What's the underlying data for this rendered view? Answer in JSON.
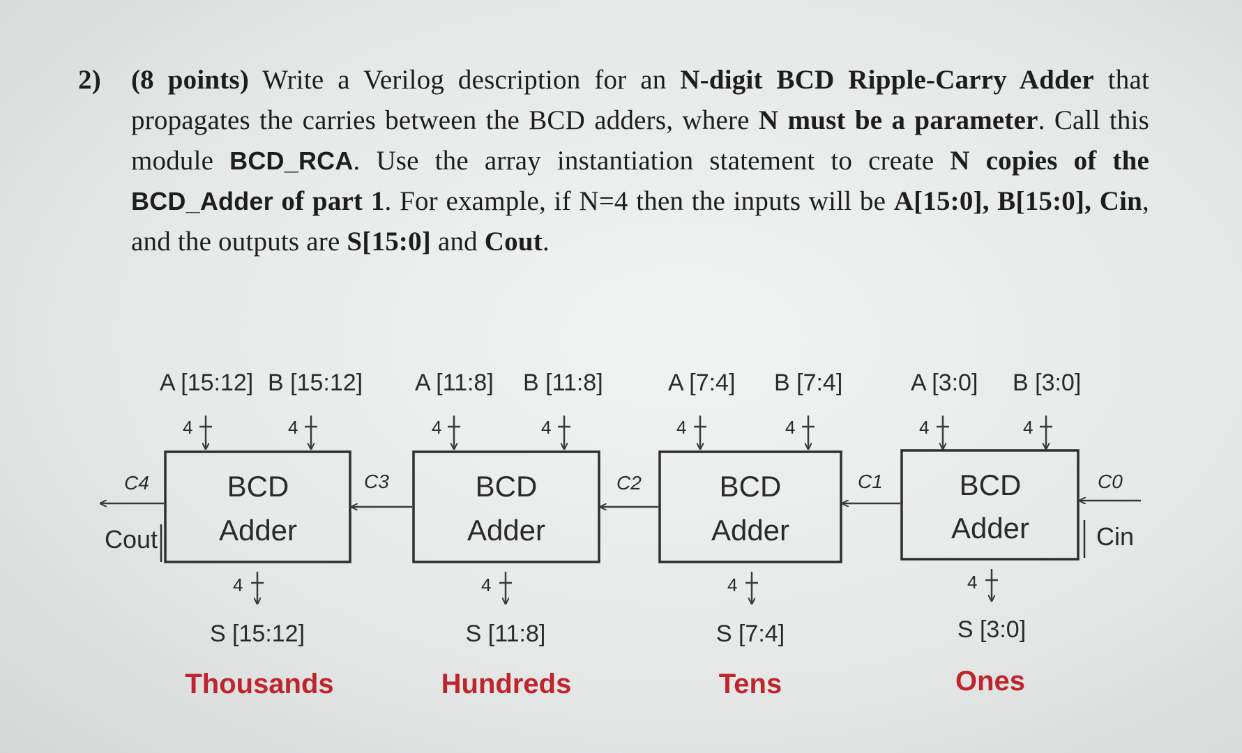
{
  "question": {
    "number": "2)",
    "points": "(8 points)",
    "t1": " Write a Verilog description for an ",
    "t2": "N-digit BCD Ripple-Carry Adder",
    "t3": " that propagates the carries between the BCD adders, where ",
    "t4": "N must be a parameter",
    "t5": ". Call this module ",
    "t6": "BCD_RCA",
    "t7": ". Use the array instantiation statement to create ",
    "t8": "N copies of the ",
    "t9": "BCD_Adder",
    "t10": " of part 1",
    "t11": ". For example, if N=4 then the inputs will be ",
    "t12": "A[15:0], B[15:0], Cin",
    "t13": ", and the outputs are ",
    "t14": "S[15:0]",
    "t15": " and ",
    "t16": "Cout",
    "t17": "."
  },
  "diagram": {
    "bus_width": "4",
    "box_line1": "BCD",
    "box_line2": "Adder",
    "cout_label": "Cout",
    "cin_label": "Cin",
    "carries": [
      "C4",
      "C3",
      "C2",
      "C1",
      "C0"
    ],
    "adders": [
      {
        "a": "A [15:12]",
        "b": "B [15:12]",
        "s": "S [15:12]",
        "place": "Thousands"
      },
      {
        "a": "A [11:8]",
        "b": "B [11:8]",
        "s": "S [11:8]",
        "place": "Hundreds"
      },
      {
        "a": "A [7:4]",
        "b": "B [7:4]",
        "s": "S [7:4]",
        "place": "Tens"
      },
      {
        "a": "A [3:0]",
        "b": "B [3:0]",
        "s": "S [3:0]",
        "place": "Ones"
      }
    ],
    "colors": {
      "place_label": "#c0242c"
    }
  }
}
